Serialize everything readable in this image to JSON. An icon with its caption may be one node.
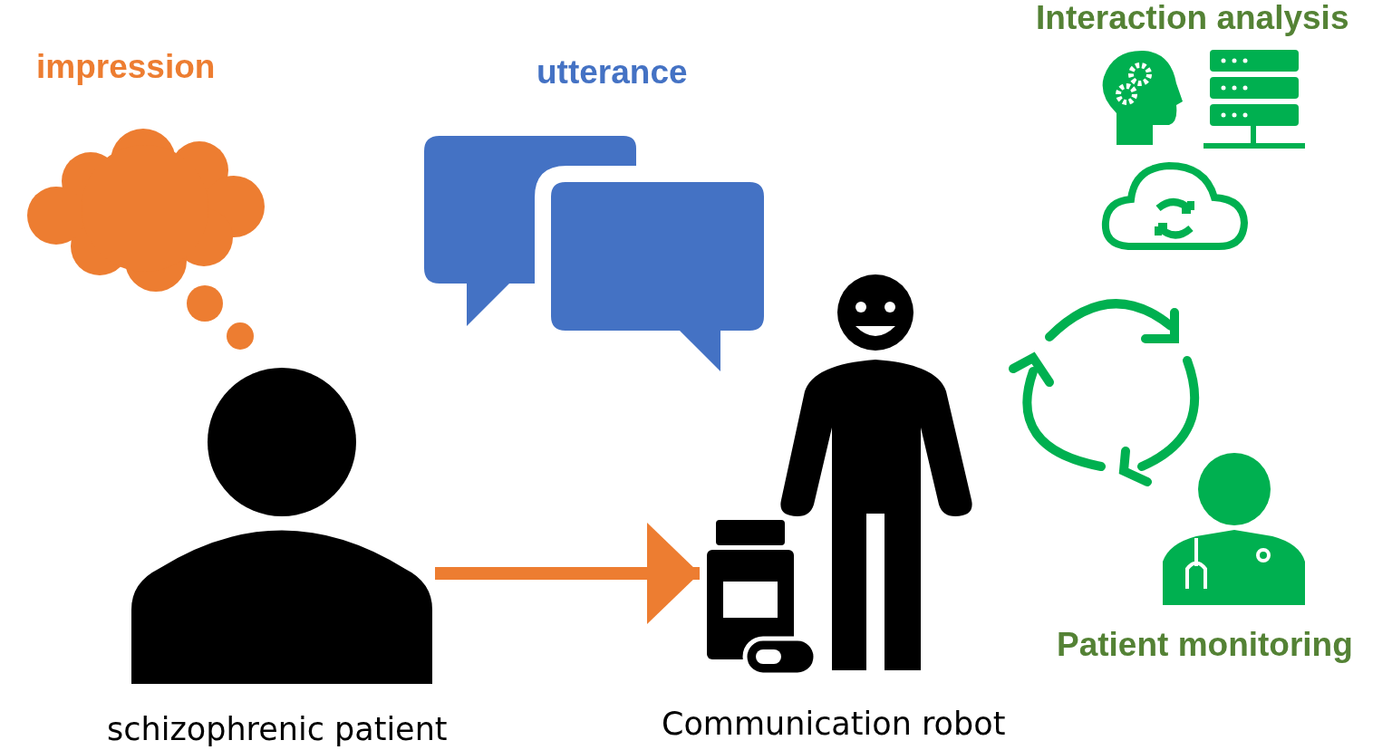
{
  "diagram": {
    "nodes": [
      {
        "text": [],
        "shape": "person",
        "beside": [
          "schizophrenic patient"
        ]
      },
      {
        "text": [],
        "shape": "person",
        "beside": [
          "Communication robot"
        ]
      }
    ],
    "edges": [
      {
        "from": 0,
        "to": 1,
        "arrow": "to",
        "color": "#ed7d31"
      }
    ],
    "labels": [
      "impression",
      "utterance",
      "Interaction analysis",
      "Patient monitoring"
    ]
  }
}
